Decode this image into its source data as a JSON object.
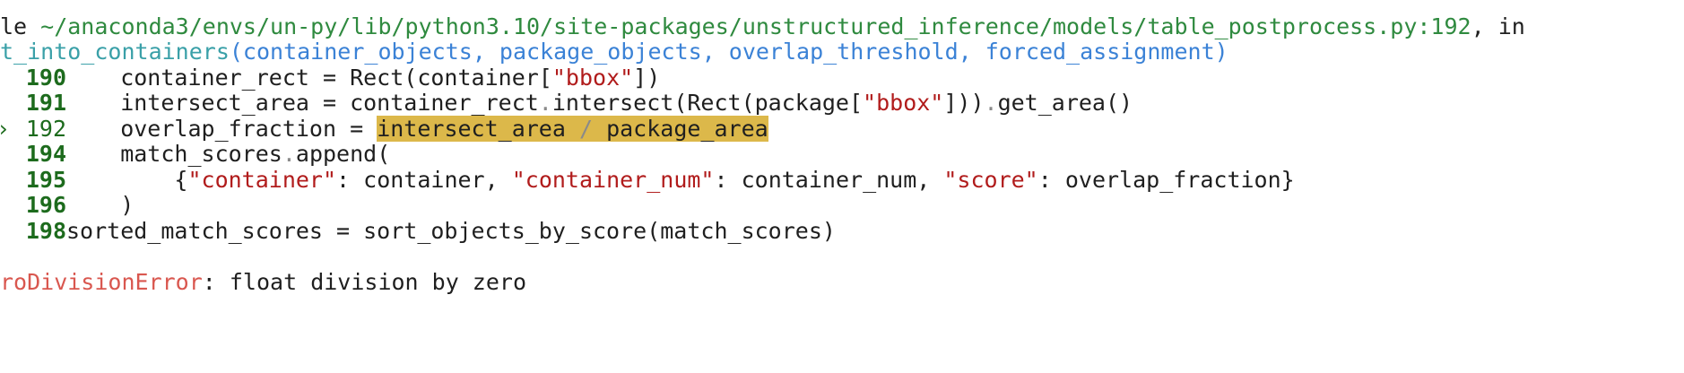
{
  "file_line": {
    "prefix": "le ",
    "path": "~/anaconda3/envs/un-py/lib/python3.10/site-packages/unstructured_inference/models/table_postprocess.py:192",
    "suffix": ", in"
  },
  "func_line": {
    "name": "t_into_containers",
    "params": "(container_objects, package_objects, overlap_threshold, forced_assignment)"
  },
  "code": {
    "l190": {
      "num": "190",
      "a": "    container_rect = Rect(container[",
      "s": "\"bbox\"",
      "b": "])"
    },
    "l191": {
      "num": "191",
      "a": "    intersect_area = container_rect",
      "dot1": ".",
      "m": "intersect(Rect(package[",
      "s": "\"bbox\"",
      "b": "]))",
      "dot2": ".",
      "c": "get_area()"
    },
    "l192": {
      "arrow": "›",
      "num": "192",
      "a": "    overlap_fraction = ",
      "hl1": "intersect_area ",
      "slash": "/",
      "hl2": " package_area"
    },
    "l194": {
      "num": "194",
      "a": "    match_scores",
      "dot": ".",
      "b": "append("
    },
    "l195": {
      "num": "195",
      "a": "        {",
      "k1": "\"container\"",
      "v1": ": container, ",
      "k2": "\"container_num\"",
      "v2": ": container_num, ",
      "k3": "\"score\"",
      "v3": ": overlap_fraction}"
    },
    "l196": {
      "num": "196",
      "a": "    )"
    },
    "l198": {
      "num": "198",
      "a": "sorted_match_scores = sort_objects_by_score(match_scores)"
    }
  },
  "error": {
    "name": "roDivisionError",
    "message": ": float division by zero"
  }
}
